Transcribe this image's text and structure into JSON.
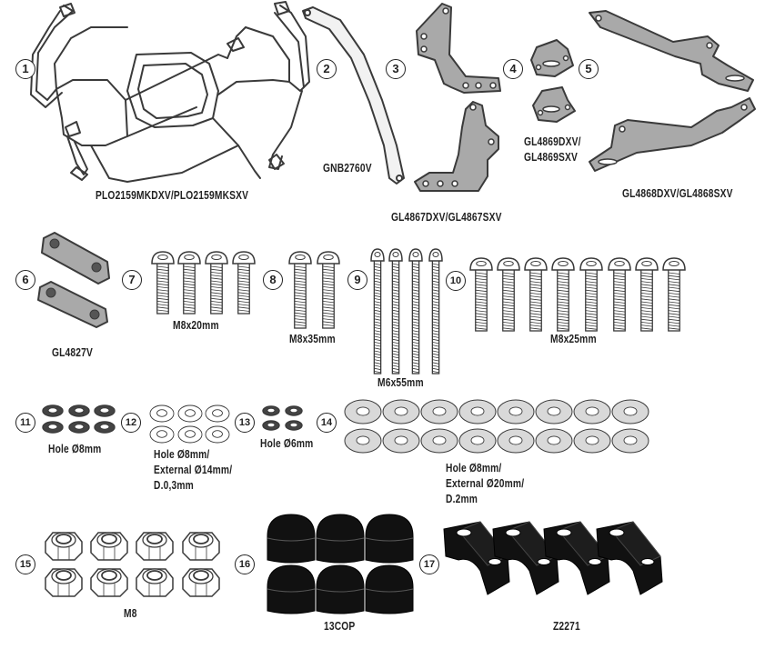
{
  "colors": {
    "line": "#3a3a3a",
    "metal_fill": "#f2f2f2",
    "plate_fill": "#a9a9a9",
    "washer_fill": "#d9d9d9",
    "rubber_fill": "#111111"
  },
  "icons": [
    "frame-icon",
    "bar-icon",
    "bracket-icon",
    "plate-icon",
    "spacer-icon",
    "bolt-icon",
    "washer-icon",
    "lock-washer-icon",
    "nut-icon",
    "cap-icon",
    "clamp-icon"
  ],
  "items": [
    {
      "number": "1",
      "label": "PLO2159MKDXV/PLO2159MKSXV"
    },
    {
      "number": "2",
      "label": "GNB2760V"
    },
    {
      "number": "3",
      "label": "GL4867DXV/GL4867SXV"
    },
    {
      "number": "4",
      "label": "GL4869DXV/",
      "label2": "GL4869SXV"
    },
    {
      "number": "5",
      "label": "GL4868DXV/GL4868SXV"
    },
    {
      "number": "6",
      "label": "GL4827V"
    },
    {
      "number": "7",
      "label": "M8x20mm"
    },
    {
      "number": "8",
      "label": "M8x35mm"
    },
    {
      "number": "9",
      "label": "M6x55mm"
    },
    {
      "number": "10",
      "label": "M8x25mm"
    },
    {
      "number": "11",
      "label": "Hole Ø8mm"
    },
    {
      "number": "12",
      "label": "Hole Ø8mm/",
      "label2": "External Ø14mm/",
      "label3": "D.0,3mm"
    },
    {
      "number": "13",
      "label": "Hole Ø6mm"
    },
    {
      "number": "14",
      "label": "Hole Ø8mm/",
      "label2": "External Ø20mm/",
      "label3": "D.2mm"
    },
    {
      "number": "15",
      "label": "M8"
    },
    {
      "number": "16",
      "label": "13COP"
    },
    {
      "number": "17",
      "label": "Z2271"
    }
  ]
}
